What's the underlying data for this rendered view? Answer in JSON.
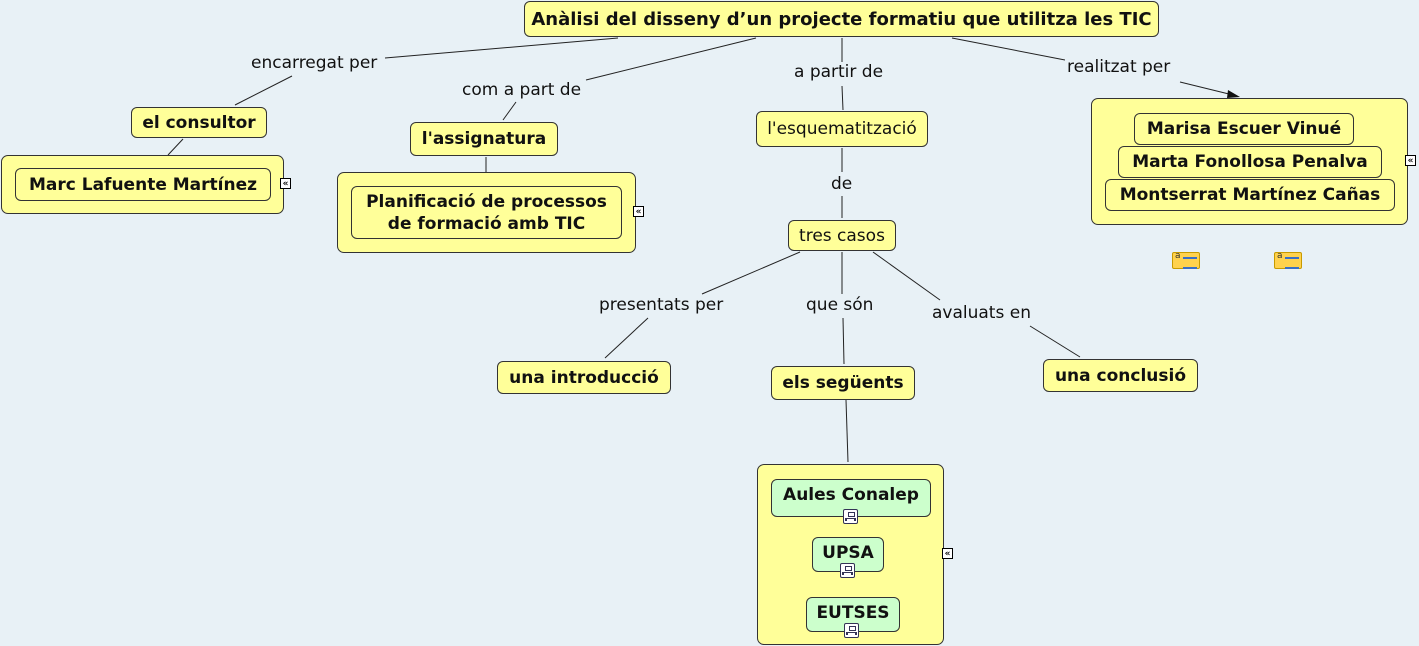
{
  "map": {
    "root": "Anàlisi del disseny d’un projecte formatiu que utilitza les TIC",
    "consultor": "el consultor",
    "consultor_name": "Marc Lafuente Martínez",
    "assignatura": "l'assignatura",
    "course_line1": "Planificació de processos",
    "course_line2": "de formació amb TIC",
    "esquema": "l'esquematització",
    "cases": "tres casos",
    "intro": "una introducció",
    "following": "els següents",
    "conclusion": "una conclusió",
    "case1": "Aules Conalep",
    "case2": "UPSA",
    "case3": "EUTSES",
    "author1": "Marisa Escuer Vinué",
    "author2": "Marta Fonollosa Penalva",
    "author3": "Montserrat Martínez Cañas"
  },
  "links": {
    "encarregat": "encarregat per",
    "com_a_part": "com a part de",
    "a_partir": "a partir de",
    "realitzat": "realitzat per",
    "de": "de",
    "presentats": "presentats per",
    "que_son": "que són",
    "avaluats": "avaluats en"
  },
  "icons": {
    "collapse": "collapse-icon",
    "note": "annotation-icon",
    "submap": "submap-link-icon"
  }
}
